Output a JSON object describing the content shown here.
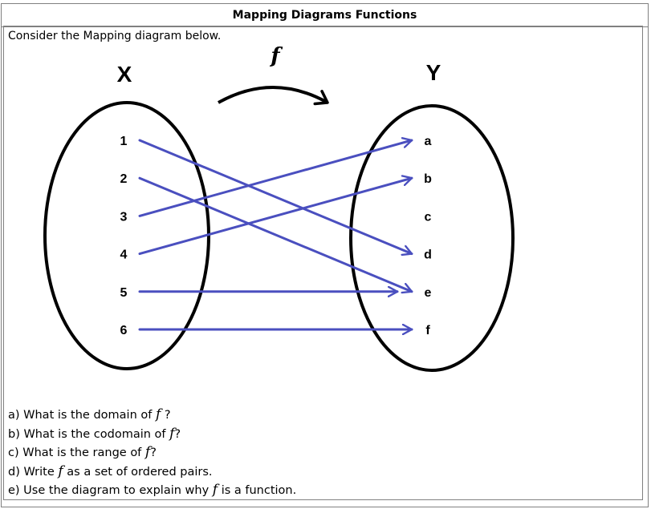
{
  "title": "Mapping Diagrams Functions",
  "intro": "Consider the Mapping diagram below.",
  "diagram": {
    "function_label": "f",
    "domain_label": "X",
    "codomain_label": "Y",
    "domain": [
      "1",
      "2",
      "3",
      "4",
      "5",
      "6"
    ],
    "codomain": [
      "a",
      "b",
      "c",
      "d",
      "e",
      "f"
    ],
    "mappings": [
      {
        "from": "1",
        "to": "d"
      },
      {
        "from": "2",
        "to": "e"
      },
      {
        "from": "3",
        "to": "a"
      },
      {
        "from": "4",
        "to": "b"
      },
      {
        "from": "5",
        "to": "e"
      },
      {
        "from": "6",
        "to": "f"
      }
    ],
    "colors": {
      "arrow": "#4a4fbf",
      "ellipse": "#000000"
    }
  },
  "questions": [
    {
      "before": "a) What is the domain of ",
      "fn": "f",
      "after": " ?"
    },
    {
      "before": "b) What is the codomain of ",
      "fn": "f",
      "after": "?"
    },
    {
      "before": "c) What is the range of ",
      "fn": "f",
      "after": "?"
    },
    {
      "before": "d) Write ",
      "fn": "f",
      "after": " as a set of ordered pairs."
    },
    {
      "before": "e) Use the diagram to explain why ",
      "fn": "f",
      "after": " is a function."
    }
  ]
}
